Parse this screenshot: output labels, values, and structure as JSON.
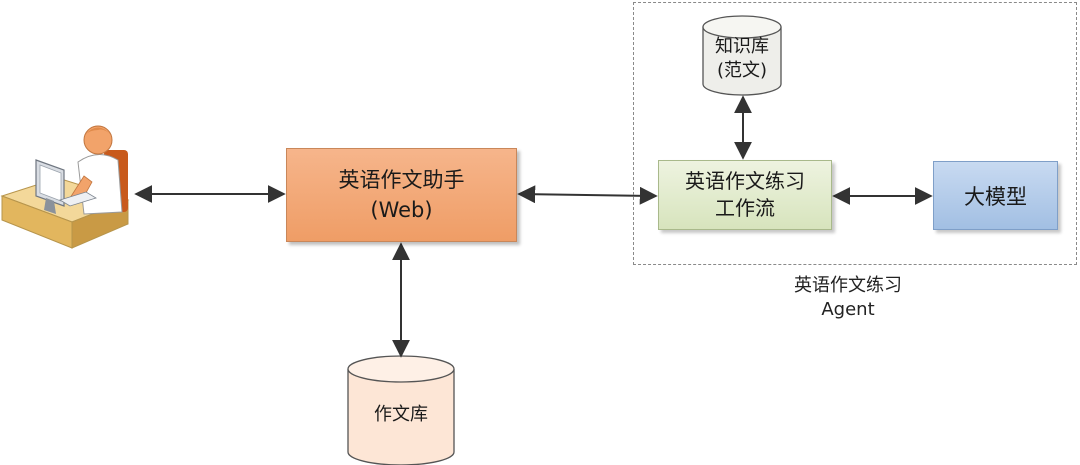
{
  "nodes": {
    "web_app": {
      "line1": "英语作文助手",
      "line2": "(Web)"
    },
    "workflow": {
      "line1": "英语作文练习",
      "line2": "工作流"
    },
    "llm": {
      "label": "大模型"
    },
    "knowledge_base": {
      "line1": "知识库",
      "line2": "(范文)"
    },
    "essay_db": {
      "label": "作文库"
    }
  },
  "agent_group": {
    "line1": "英语作文练习",
    "line2": "Agent"
  },
  "colors": {
    "web_app_fill": "#f2a670",
    "workflow_fill": "#e3ecd0",
    "llm_fill": "#b5cceb",
    "essay_db_fill": "#fde6d6",
    "knowledge_base_fill": "#eeeeea",
    "arrow": "#333333"
  },
  "icons": {
    "user": "user-at-computer-icon"
  }
}
